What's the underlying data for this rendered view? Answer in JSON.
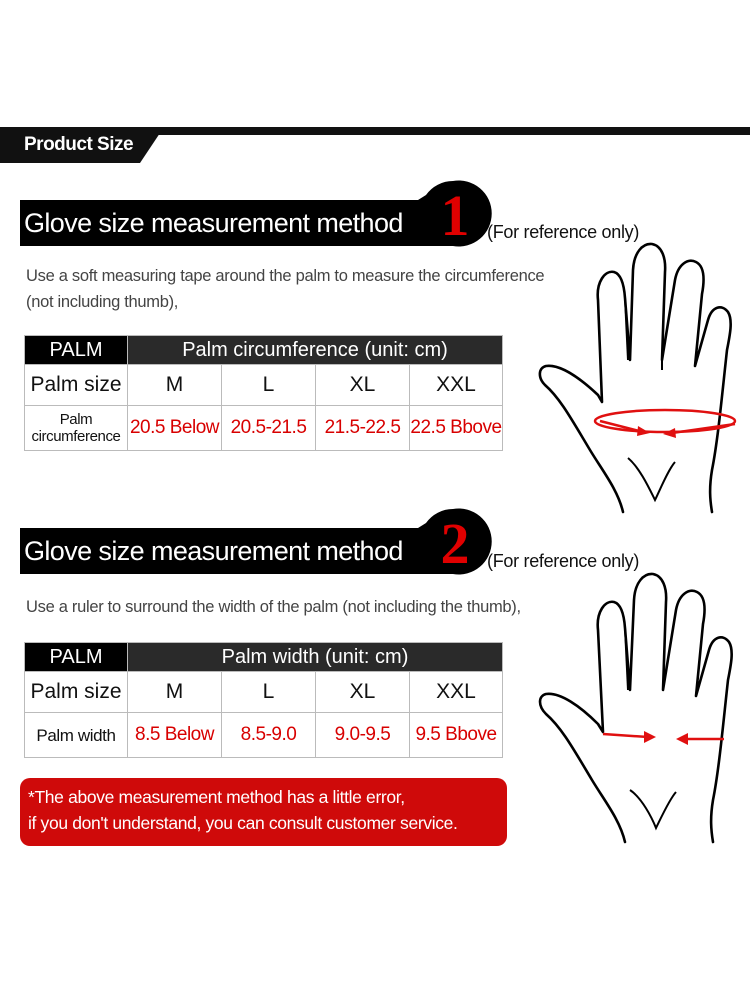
{
  "header": {
    "tag": "Product Size"
  },
  "method1": {
    "title": "Glove size measurement method",
    "number": "1",
    "reference": "(For reference only)",
    "description_line1": "Use a soft measuring tape around the palm to measure the circumference",
    "description_line2": "(not including thumb),",
    "table": {
      "corner": "PALM",
      "header": "Palm circumference (unit: cm)",
      "size_label": "Palm size",
      "sizes": [
        "M",
        "L",
        "XL",
        "XXL"
      ],
      "value_label_line1": "Palm",
      "value_label_line2": "circumference",
      "values": [
        "20.5 Below",
        "20.5-21.5",
        "21.5-22.5",
        "22.5 Bbove"
      ]
    }
  },
  "method2": {
    "title": "Glove size measurement method",
    "number": "2",
    "reference": "(For reference only)",
    "description": "Use a ruler to surround the width of the palm (not including the thumb),",
    "table": {
      "corner": "PALM",
      "header": "Palm width (unit: cm)",
      "size_label": "Palm size",
      "sizes": [
        "M",
        "L",
        "XL",
        "XXL"
      ],
      "value_label": "Palm width",
      "values": [
        "8.5 Below",
        "8.5-9.0",
        "9.0-9.5",
        "9.5 Bbove"
      ]
    }
  },
  "notice": {
    "line1": "*The above measurement method has a little error,",
    "line2": "if you don't understand, you can consult customer service."
  },
  "colors": {
    "accent_red": "#d80000",
    "black": "#000000"
  },
  "icons": [
    "hand-outline-icon",
    "measuring-tape-icon",
    "arrow-icon"
  ]
}
